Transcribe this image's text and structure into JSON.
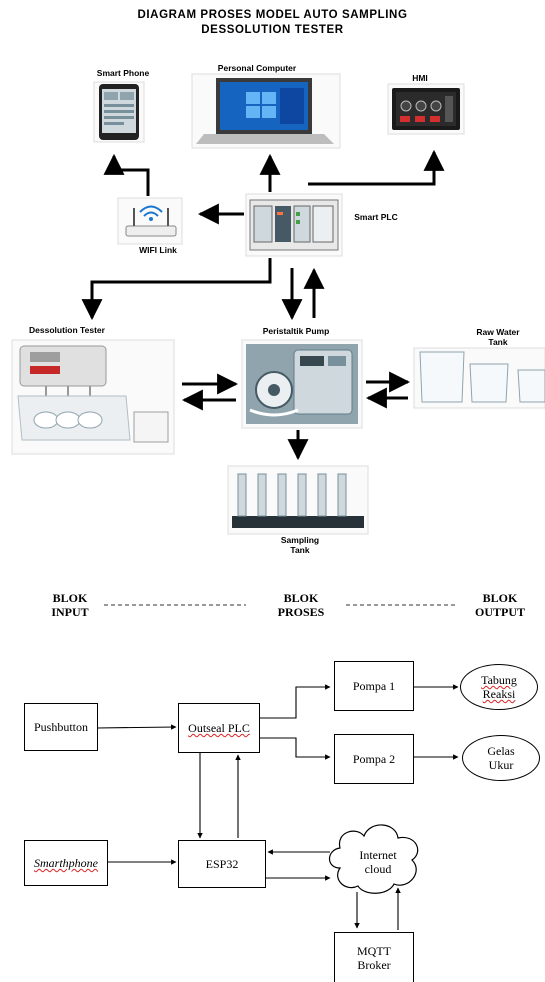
{
  "top": {
    "title_line1": "DIAGRAM PROSES MODEL AUTO SAMPLING",
    "title_line2": "DESSOLUTION TESTER",
    "labels": {
      "smart_phone": "Smart Phone",
      "personal_computer": "Personal Computer",
      "hmi": "HMI",
      "wifi_link": "WIFI Link",
      "smart_plc": "Smart PLC",
      "dessolution_tester": "Dessolution Tester",
      "peristaltic_pump": "Peristaltik Pump",
      "raw_water_tank_1": "Raw Water",
      "raw_water_tank_2": "Tank",
      "sampling_tank_1": "Sampling",
      "sampling_tank_2": "Tank"
    },
    "icons": {
      "smart_phone": "smartphone-icon",
      "personal_computer": "laptop-icon",
      "hmi": "hmi-panel-icon",
      "wifi_link": "wifi-router-icon",
      "smart_plc": "plc-icon",
      "dessolution_tester": "dissolution-tester-icon",
      "peristaltic_pump": "peristaltic-pump-icon",
      "raw_water_tank": "beakers-icon",
      "sampling_tank": "sampling-tubes-icon"
    }
  },
  "bottom": {
    "headers": {
      "input_1": "BLOK",
      "input_2": "INPUT",
      "proses_1": "BLOK",
      "proses_2": "PROSES",
      "output_1": "BLOK",
      "output_2": "OUTPUT"
    },
    "nodes": {
      "pushbutton": "Pushbutton",
      "outseal_plc": "Outseal PLC",
      "pompa_1": "Pompa 1",
      "pompa_2": "Pompa 2",
      "tabung_1": "Tabung",
      "tabung_2": "Reaksi",
      "gelas_1": "Gelas",
      "gelas_2": "Ukur",
      "smartphone": "Smarthphone",
      "esp32": "ESP32",
      "internet_1": "Internet",
      "internet_2": "cloud",
      "mqtt_1": "MQTT",
      "mqtt_2": "Broker"
    }
  }
}
